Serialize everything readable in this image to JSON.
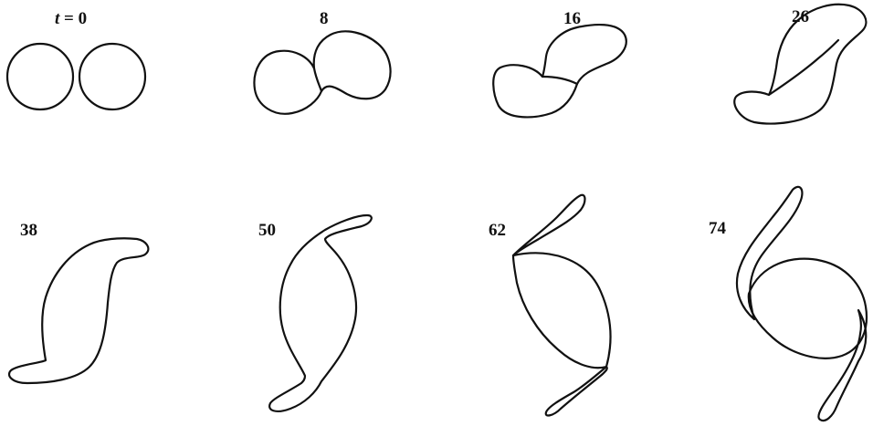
{
  "panels": [
    {
      "label_prefix": "t = ",
      "label": "0"
    },
    {
      "label": "8"
    },
    {
      "label": "16"
    },
    {
      "label": "26"
    },
    {
      "label": "38"
    },
    {
      "label": "50"
    },
    {
      "label": "62"
    },
    {
      "label": "74"
    }
  ],
  "colors": {
    "stroke": "#111111",
    "background": "#ffffff"
  }
}
